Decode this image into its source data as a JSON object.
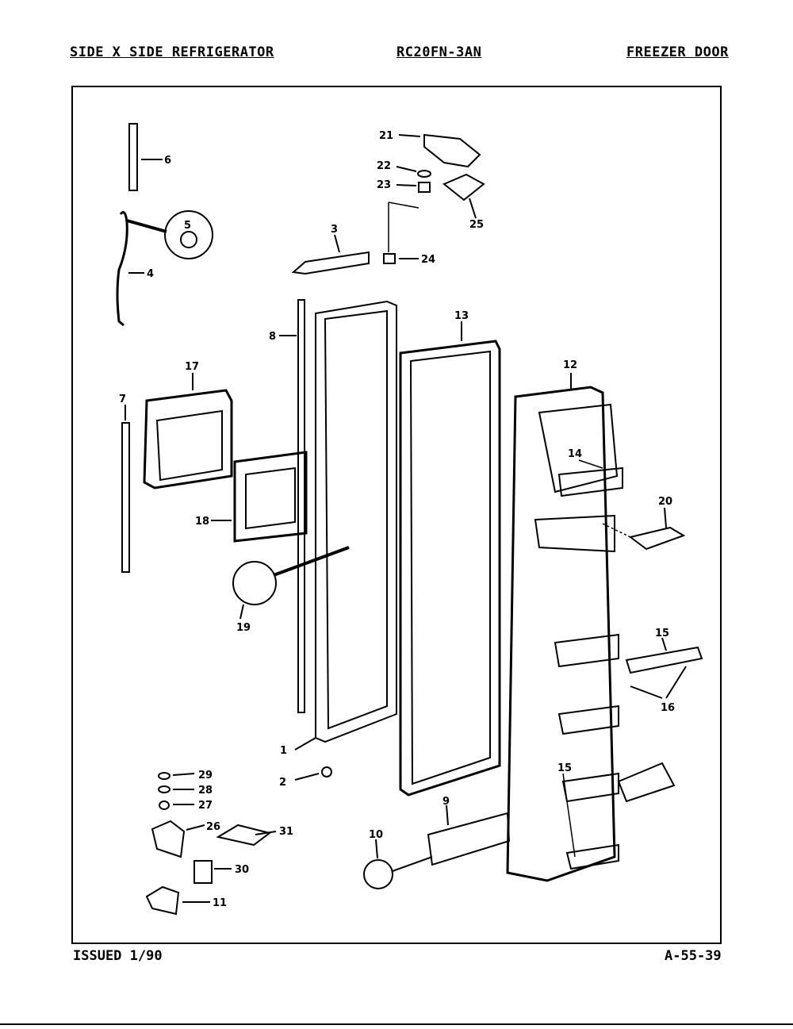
{
  "header": {
    "left": "SIDE X SIDE REFRIGERATOR",
    "center": "RC20FN-3AN",
    "right": "FREEZER DOOR"
  },
  "footer": {
    "left": "ISSUED 1/90",
    "right": "A-55-39"
  },
  "callouts": {
    "c1": "1",
    "c2": "2",
    "c3": "3",
    "c4": "4",
    "c5": "5",
    "c6": "6",
    "c7": "7",
    "c8": "8",
    "c9": "9",
    "c10": "10",
    "c11": "11",
    "c12": "12",
    "c13": "13",
    "c14": "14",
    "c15a": "15",
    "c15b": "15",
    "c16": "16",
    "c17": "17",
    "c18": "18",
    "c19": "19",
    "c20": "20",
    "c21": "21",
    "c22": "22",
    "c23": "23",
    "c24": "24",
    "c25": "25",
    "c26": "26",
    "c27": "27",
    "c28": "28",
    "c29": "29",
    "c30": "30",
    "c31": "31"
  }
}
